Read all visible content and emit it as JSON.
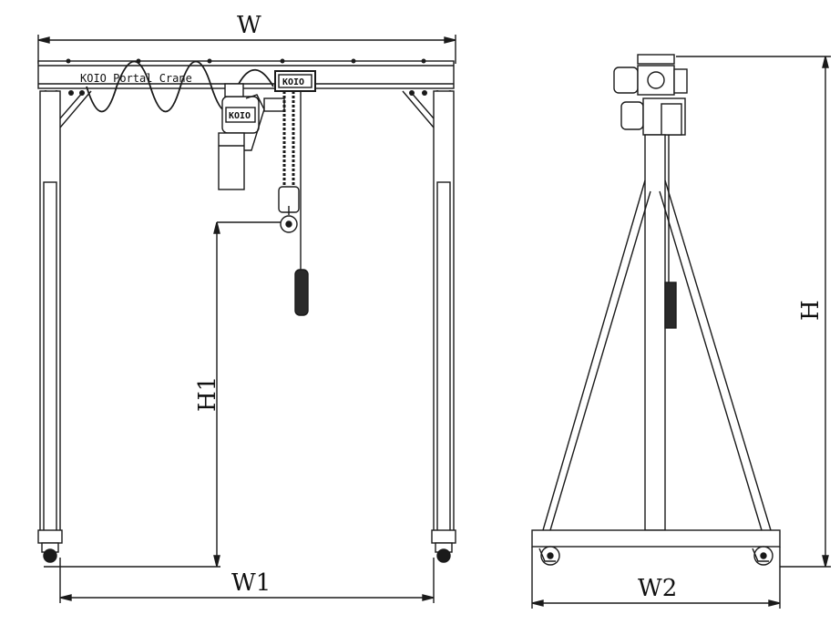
{
  "dimensions": {
    "w": "W",
    "w1": "W1",
    "w2": "W2",
    "h": "H",
    "h1": "H1"
  },
  "labels": {
    "product": "KOIO Portal Crane",
    "hoist_brand": "KOIO",
    "trolley_brand": "KOIO"
  },
  "colors": {
    "line": "#1a1a1a",
    "fill": "#ffffff",
    "dark": "#333333"
  }
}
